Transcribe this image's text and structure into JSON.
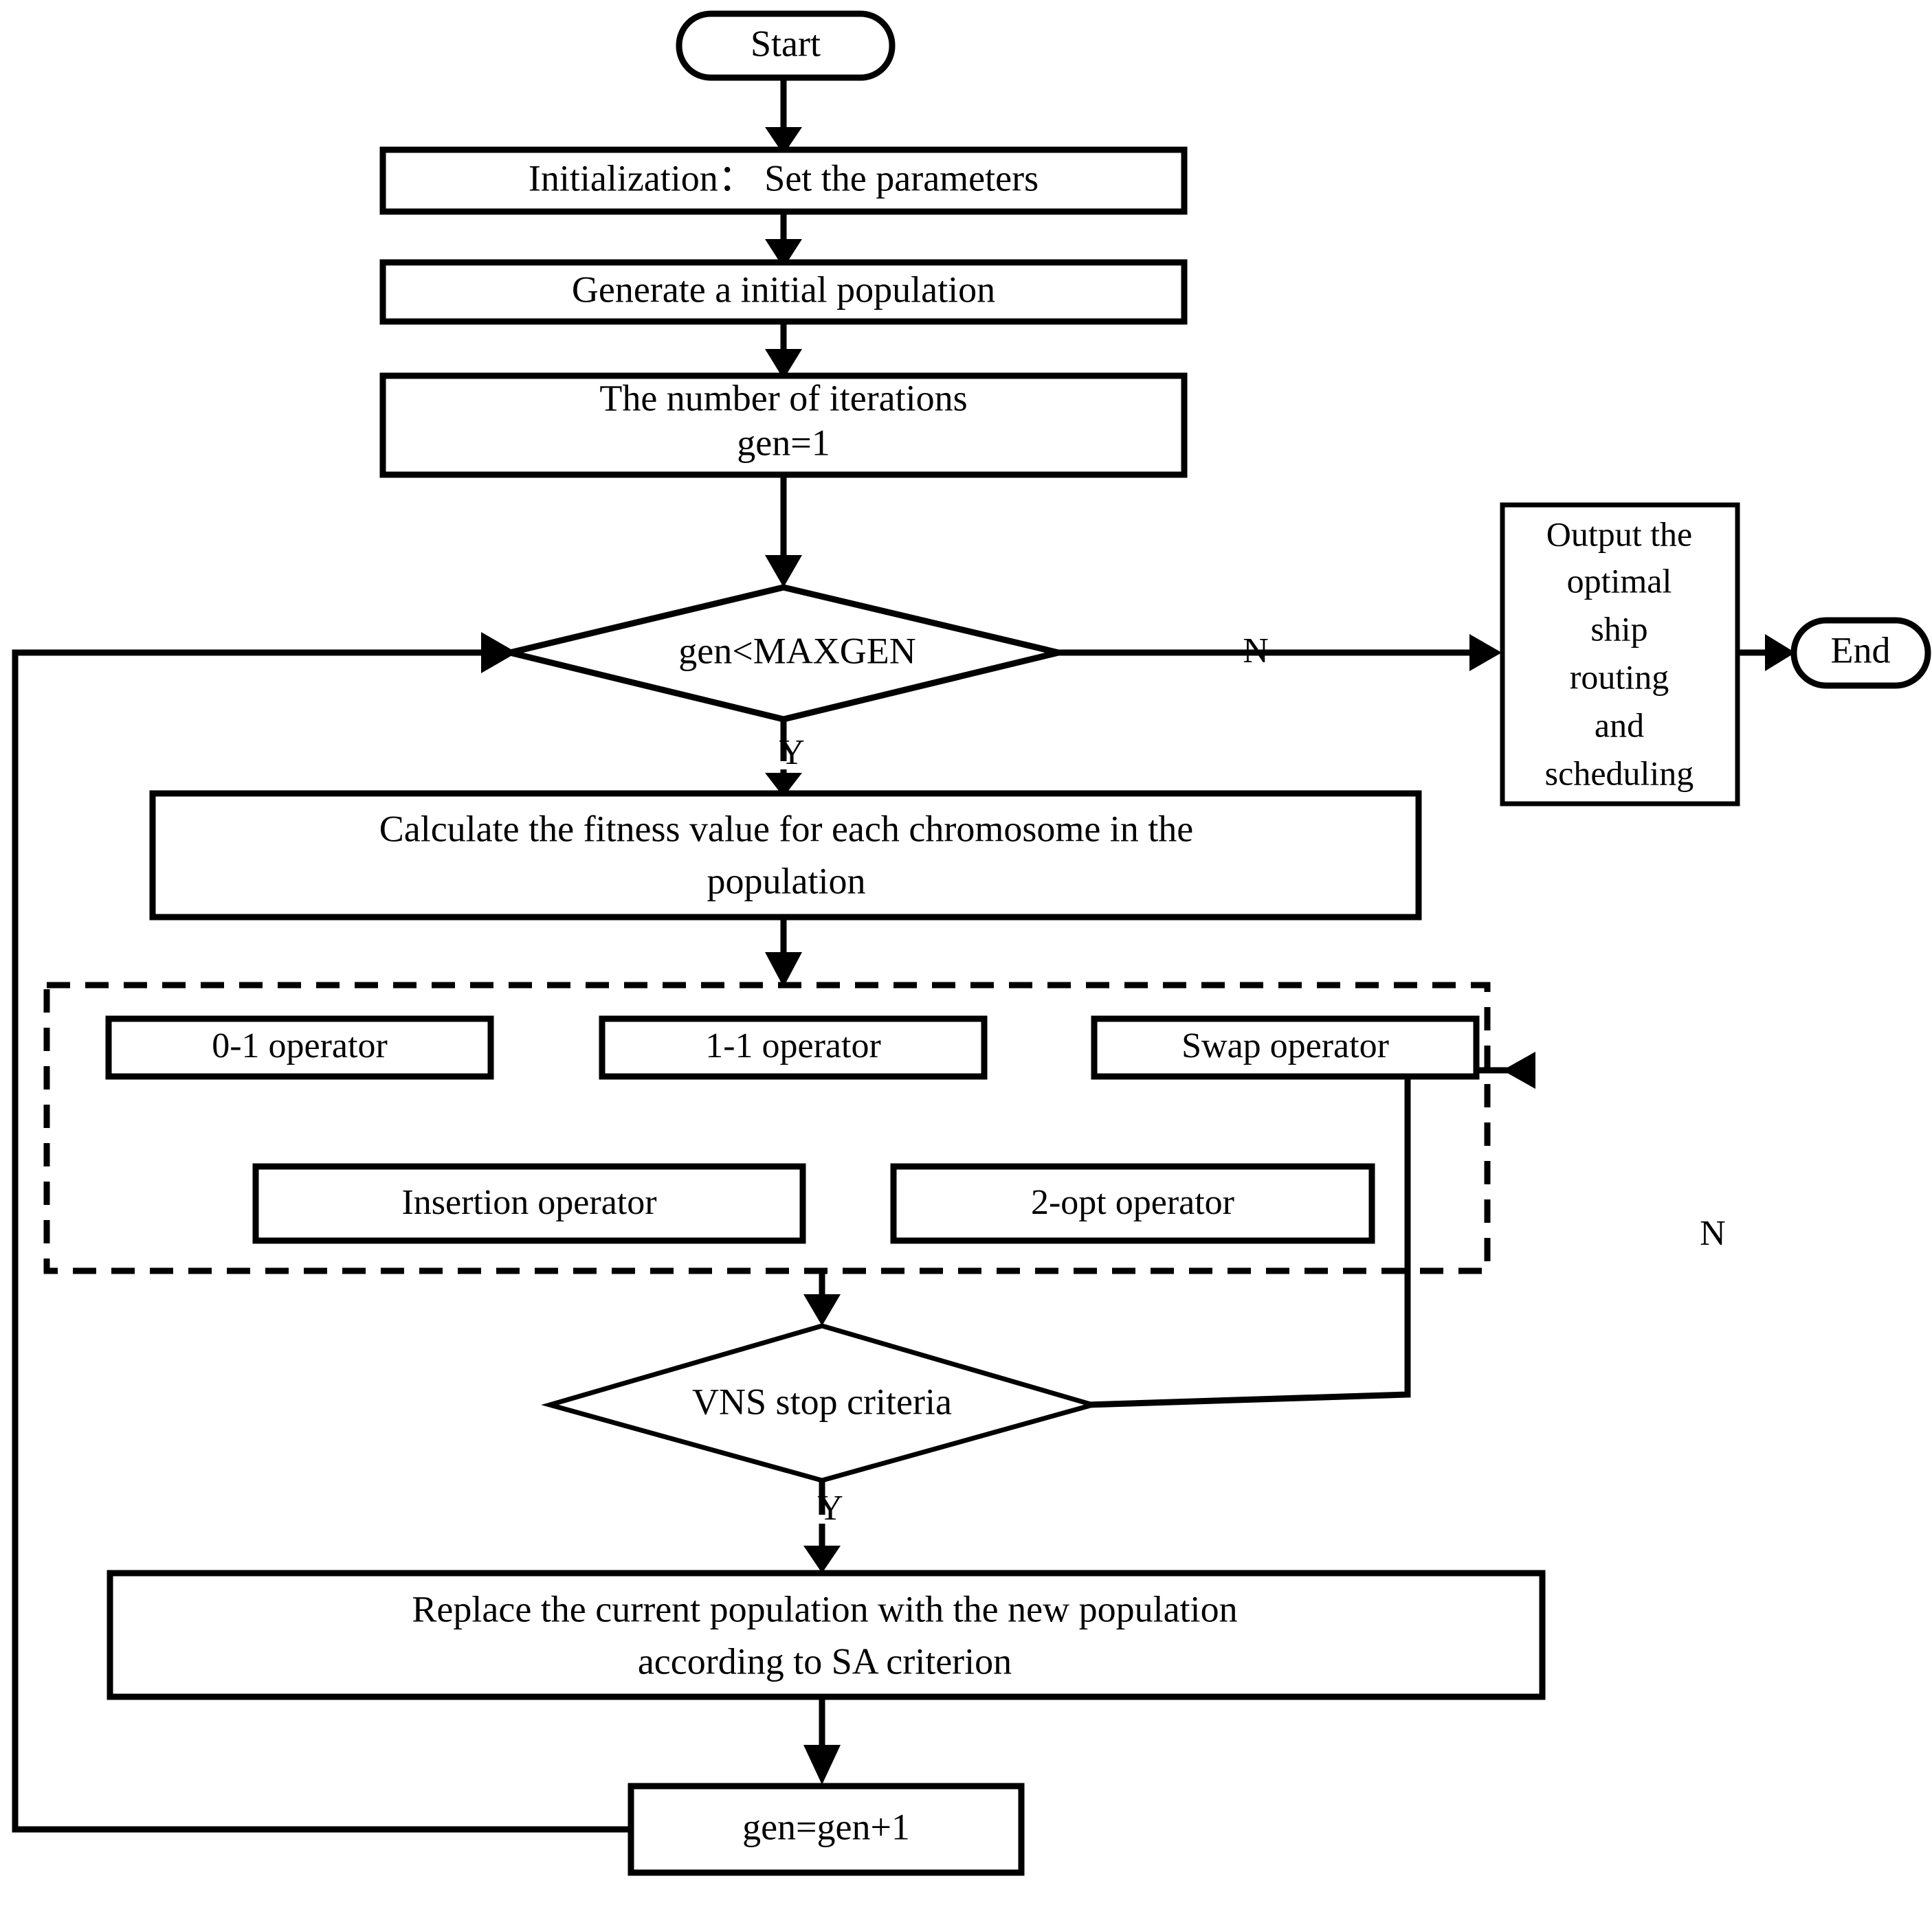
{
  "diagram": {
    "title": "Hybrid GA-VNS-SA flowchart for ship routing and scheduling",
    "colors": {
      "stroke": "#000000",
      "fill": "#ffffff",
      "background": "#ffffff"
    },
    "nodes": {
      "start": {
        "label": "Start",
        "shape": "terminator"
      },
      "initialization": {
        "label": "Initialization： Set the parameters",
        "shape": "process"
      },
      "generate_population": {
        "label": "Generate  a  initial population",
        "shape": "process"
      },
      "iterations": {
        "line1": "The number of iterations",
        "line2": "gen=1",
        "shape": "process"
      },
      "gen_check": {
        "label": "gen<MAXGEN",
        "shape": "decision"
      },
      "output": {
        "lines": [
          "Output the",
          "optimal",
          "ship",
          "routing",
          "and",
          "scheduling"
        ],
        "shape": "process"
      },
      "end": {
        "label": "End",
        "shape": "terminator"
      },
      "fitness": {
        "line1": "Calculate the fitness value for each chromosome in the",
        "line2": "population",
        "shape": "process"
      },
      "operators": [
        {
          "label": "0-1 operator"
        },
        {
          "label": "1-1 operator"
        },
        {
          "label": "Swap operator"
        },
        {
          "label": "Insertion operator"
        },
        {
          "label": "2-opt operator"
        }
      ],
      "vns_check": {
        "label": "VNS stop criteria",
        "shape": "decision"
      },
      "replace": {
        "line1": "Replace the current population with the new population",
        "line2": "according to SA criterion",
        "shape": "process"
      },
      "increment": {
        "label": "gen=gen+1",
        "shape": "process"
      }
    },
    "branch_labels": {
      "gen_check_no": "N",
      "gen_check_yes": "Y",
      "vns_no": "N",
      "vns_yes": "Y"
    }
  }
}
